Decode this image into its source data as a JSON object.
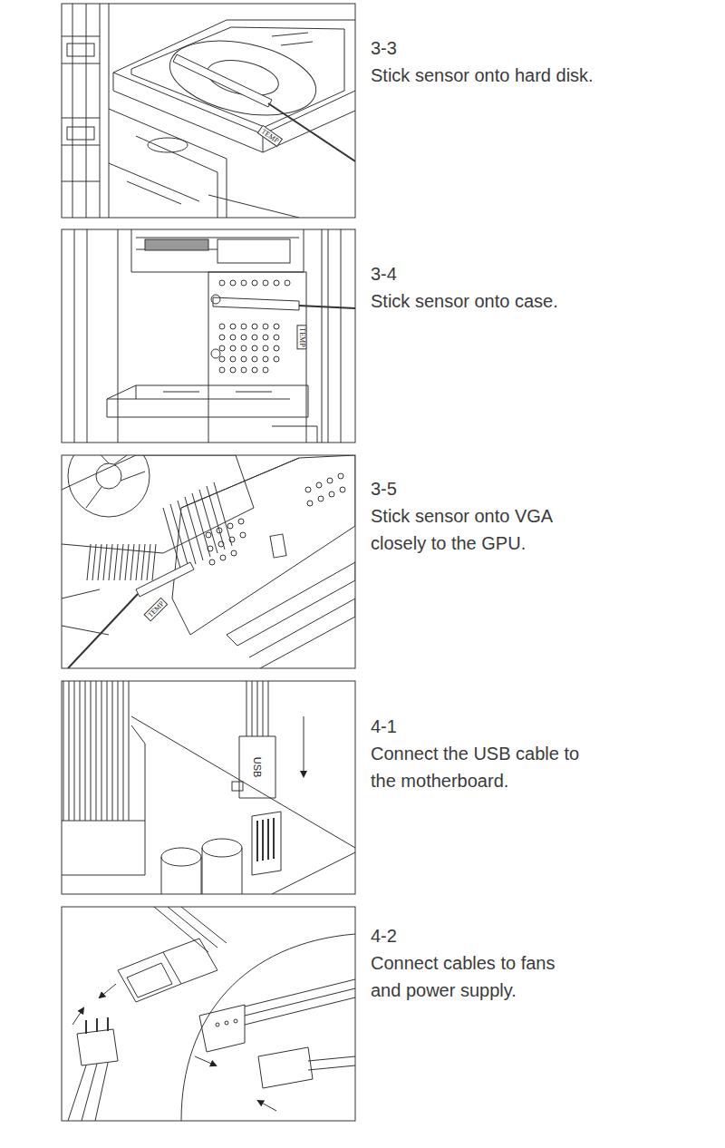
{
  "diagram": {
    "labels": [
      "3-3",
      "Stick sensor onto hard disk.",
      "TEMP",
      "3-4",
      "Stick sensor onto case.",
      "TEMP",
      "3-5",
      "Stick sensor onto VGA closely to the GPU.",
      "TEMP",
      "4-1",
      "Connect the USB cable to the motherboard.",
      "USB",
      "4-2",
      "Connect cables to fans and power supply."
    ]
  }
}
